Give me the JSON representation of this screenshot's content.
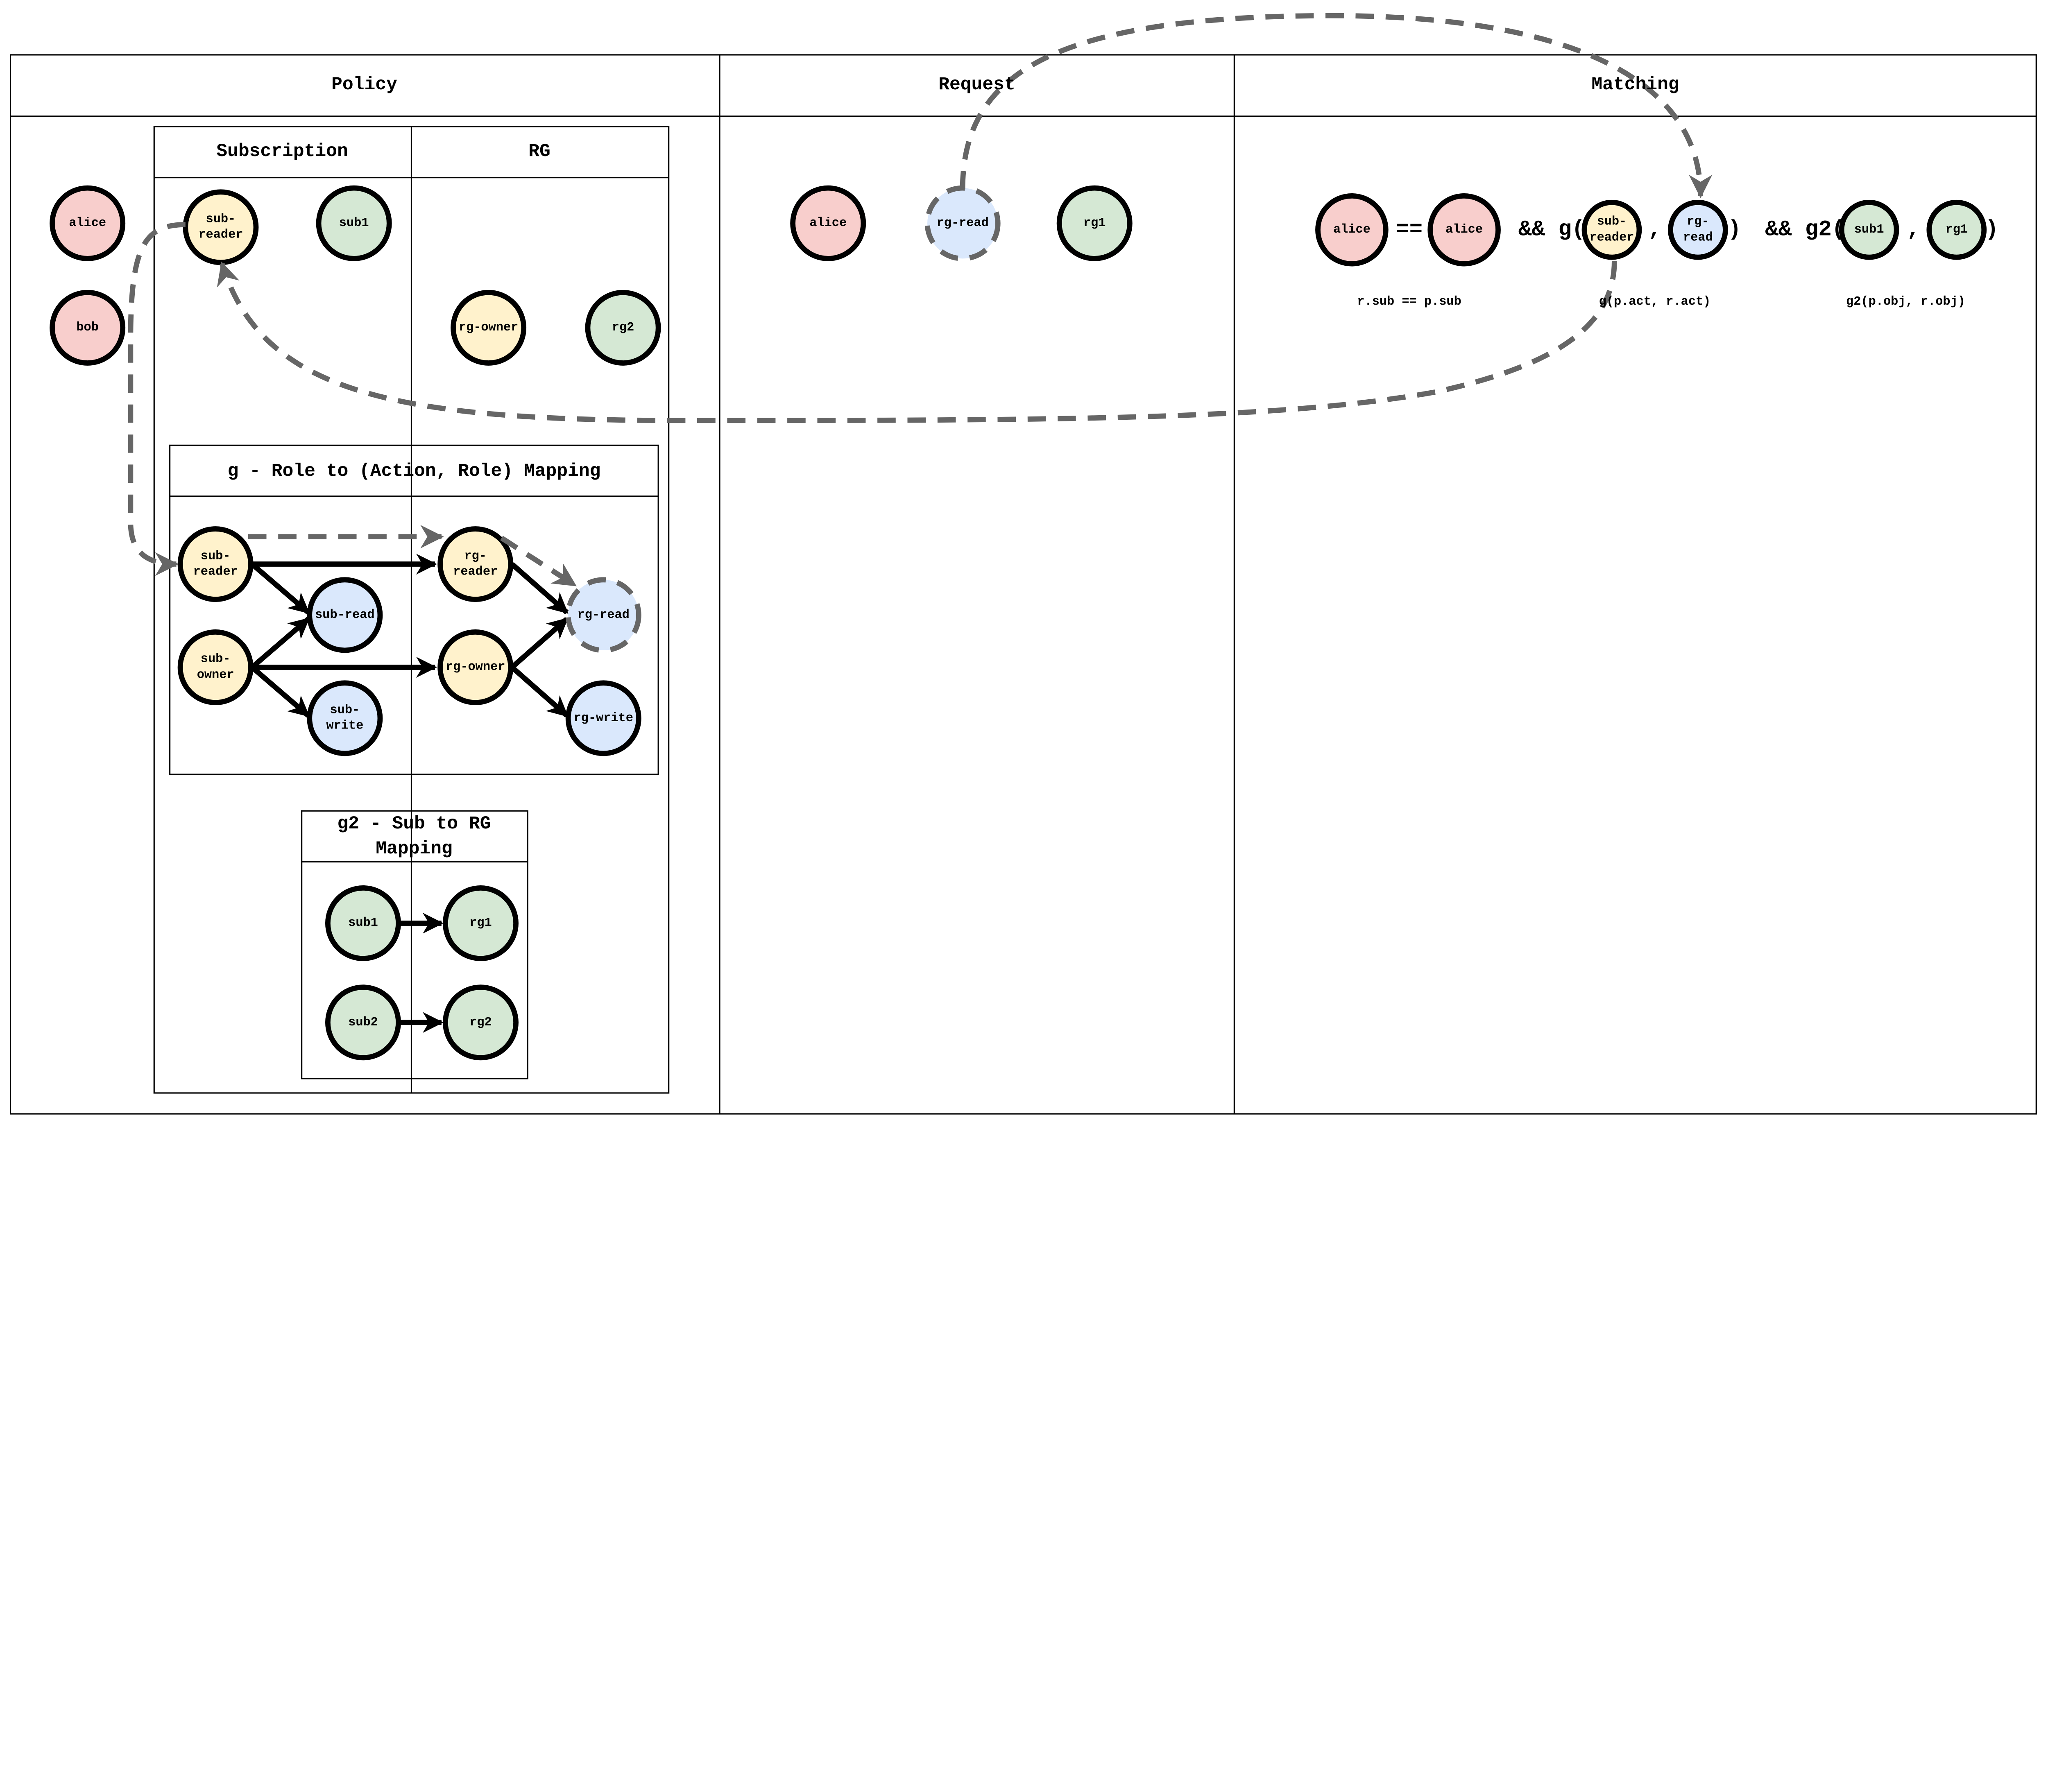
{
  "colors": {
    "user": "#f8cecc",
    "role": "#fff2cc",
    "action": "#dae8fc",
    "resource": "#d5e8d4",
    "flow": "#666666",
    "line": "#000000"
  },
  "columns": {
    "policy": "Policy",
    "request": "Request",
    "matching": "Matching"
  },
  "policy": {
    "subscription_header": "Subscription",
    "rg_header": "RG",
    "g_title": "g - Role to (Action, Role) Mapping",
    "g2_title": [
      "g2 - Sub to RG",
      "Mapping"
    ],
    "nodes": [
      {
        "label": [
          "alice"
        ],
        "kind": "user"
      },
      {
        "label": [
          "bob"
        ],
        "kind": "user"
      },
      {
        "label": [
          "sub-",
          "reader"
        ],
        "kind": "role"
      },
      {
        "label": [
          "sub1"
        ],
        "kind": "resource"
      },
      {
        "label": [
          "rg-owner"
        ],
        "kind": "role"
      },
      {
        "label": [
          "rg2"
        ],
        "kind": "resource"
      },
      {
        "label": [
          "sub-",
          "reader"
        ],
        "kind": "role"
      },
      {
        "label": [
          "sub-read"
        ],
        "kind": "action"
      },
      {
        "label": [
          "sub-",
          "owner"
        ],
        "kind": "role"
      },
      {
        "label": [
          "sub-",
          "write"
        ],
        "kind": "action"
      },
      {
        "label": [
          "rg-",
          "reader"
        ],
        "kind": "role"
      },
      {
        "label": [
          "rg-read"
        ],
        "kind": "action",
        "dashed": true
      },
      {
        "label": [
          "rg-owner"
        ],
        "kind": "role"
      },
      {
        "label": [
          "rg-write"
        ],
        "kind": "action"
      },
      {
        "label": [
          "sub1"
        ],
        "kind": "resource"
      },
      {
        "label": [
          "rg1"
        ],
        "kind": "resource"
      },
      {
        "label": [
          "sub2"
        ],
        "kind": "resource"
      },
      {
        "label": [
          "rg2"
        ],
        "kind": "resource"
      }
    ]
  },
  "request": {
    "nodes": [
      {
        "label": [
          "alice"
        ],
        "kind": "user"
      },
      {
        "label": [
          "rg-read"
        ],
        "kind": "action",
        "dashed": true
      },
      {
        "label": [
          "rg1"
        ],
        "kind": "resource"
      }
    ]
  },
  "matching": {
    "nodes": [
      {
        "label": [
          "alice"
        ],
        "kind": "user"
      },
      {
        "label": [
          "alice"
        ],
        "kind": "user"
      },
      {
        "label": [
          "sub-",
          "reader"
        ],
        "kind": "role"
      },
      {
        "label": [
          "rg-",
          "read"
        ],
        "kind": "action"
      },
      {
        "label": [
          "sub1"
        ],
        "kind": "resource"
      },
      {
        "label": [
          "rg1"
        ],
        "kind": "resource"
      }
    ],
    "operators": [
      "==",
      "&& g(",
      ",",
      ")",
      "&& g2(",
      ",",
      ")"
    ],
    "captions": [
      "r.sub == p.sub",
      "g(p.act, r.act)",
      "g2(p.obj, r.obj)"
    ]
  }
}
